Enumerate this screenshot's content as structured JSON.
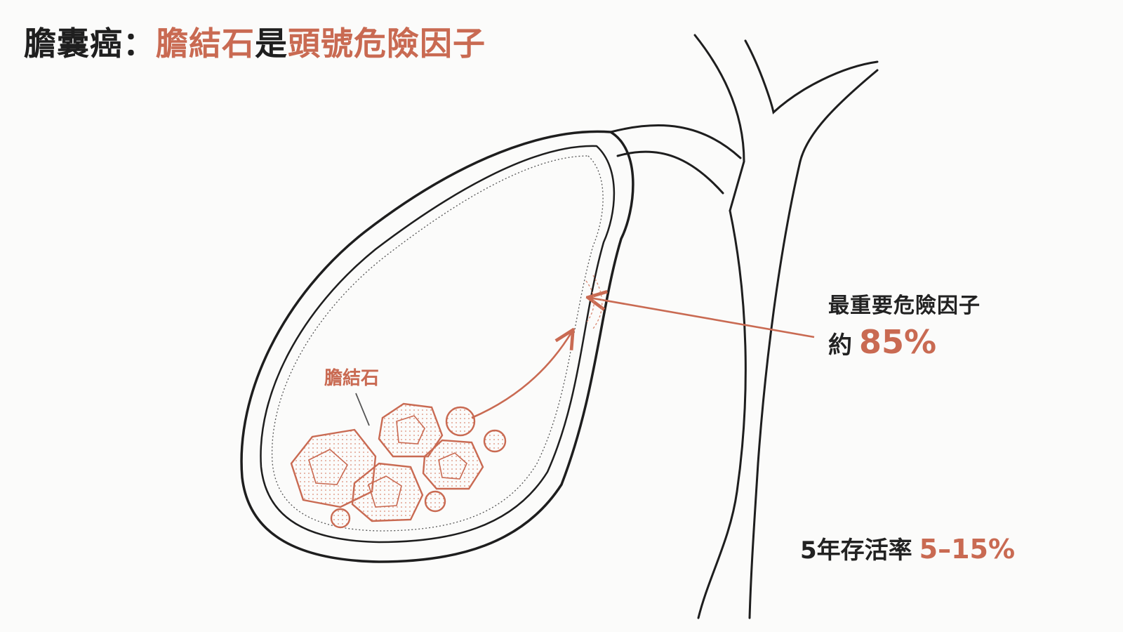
{
  "title": {
    "prefix": "膽囊癌：",
    "part1": "膽結石",
    "part2": "是",
    "part3": "頭號危險因子"
  },
  "labels": {
    "gallstone": "膽結石",
    "risk_heading": "最重要危險因子",
    "risk_prefix": "約",
    "risk_value": "85%",
    "survival_label": "5年存活率",
    "survival_value": "5–15%"
  },
  "colors": {
    "accent": "#c96a52",
    "stone_fill": "#f6ddd6",
    "outline": "#1e1e1e",
    "text": "#1f1f1f"
  }
}
